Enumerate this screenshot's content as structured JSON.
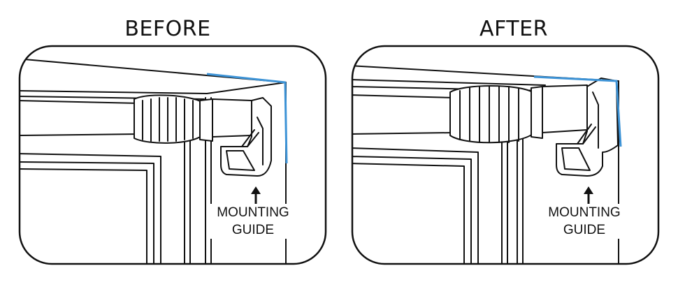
{
  "panels": {
    "before": {
      "title": "BEFORE",
      "label_line1": "MOUNTING",
      "label_line2": "GUIDE"
    },
    "after": {
      "title": "AFTER",
      "label_line1": "MOUNTING",
      "label_line2": "GUIDE"
    }
  },
  "colors": {
    "highlight": "#3d93d6",
    "stroke": "#111111",
    "background": "#ffffff"
  }
}
